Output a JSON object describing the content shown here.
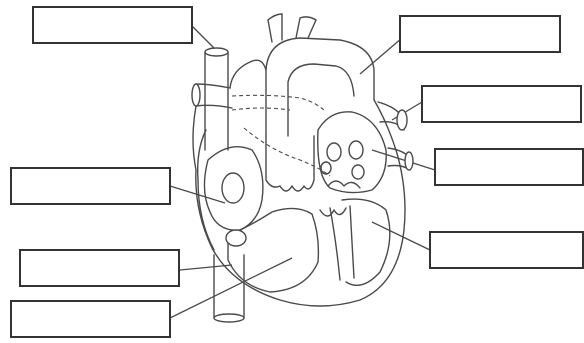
{
  "labels": [
    {
      "id": "top-left",
      "text": ""
    },
    {
      "id": "top-right",
      "text": ""
    },
    {
      "id": "right-upper",
      "text": ""
    },
    {
      "id": "right-middle",
      "text": ""
    },
    {
      "id": "right-lower",
      "text": ""
    },
    {
      "id": "left-middle",
      "text": ""
    },
    {
      "id": "left-lower",
      "text": ""
    },
    {
      "id": "bottom-left",
      "text": ""
    }
  ]
}
